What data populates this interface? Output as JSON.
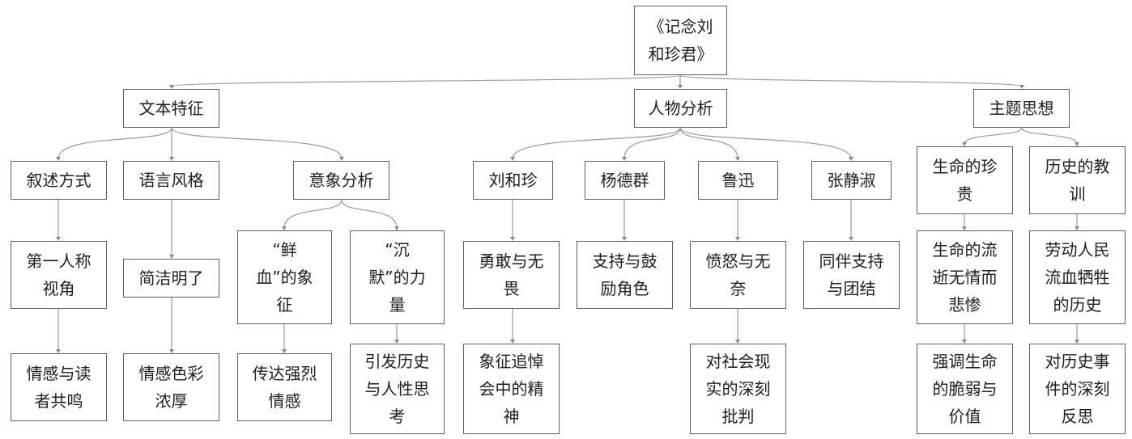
{
  "root": {
    "line1": "《记念刘",
    "line2": "和珍君》"
  },
  "l1": [
    "文本特征",
    "人物分析",
    "主题思想"
  ],
  "l2": [
    "叙述方式",
    "语言风格",
    "意象分析",
    "刘和珍",
    "杨德群",
    "鲁迅",
    "张静淑"
  ],
  "theme": {
    "life_value": {
      "line1": "生命的珍",
      "line2": "贵"
    },
    "history": {
      "line1": "历史的教",
      "line2": "训"
    }
  },
  "l3": {
    "pov": {
      "line1": "第一人称",
      "line2": "视角"
    },
    "concise": "简洁明了",
    "blood": {
      "line1": "“鲜",
      "line2": "血”的象",
      "line3": "征"
    },
    "silence": {
      "line1": "“沉",
      "line2": "默”的力",
      "line3": "量"
    },
    "brave": {
      "line1": "勇敢与无",
      "line2": "畏"
    },
    "support": {
      "line1": "支持与鼓",
      "line2": "励角色"
    },
    "anger": {
      "line1": "愤怒与无",
      "line2": "奈"
    },
    "unity": {
      "line1": "同伴支持",
      "line2": "与团结"
    },
    "passing": {
      "line1": "生命的流",
      "line2": "逝无情而",
      "line3": "悲惨"
    },
    "labor": {
      "line1": "劳动人民",
      "line2": "流血牺牲",
      "line3": "的历史"
    }
  },
  "l4": {
    "resonance": {
      "line1": "情感与读",
      "line2": "者共鸣"
    },
    "emotion": {
      "line1": "情感色彩",
      "line2": "浓厚"
    },
    "strong": {
      "line1": "传达强烈",
      "line2": "情感"
    },
    "reflect": {
      "line1": "引发历史",
      "line2": "与人性思",
      "line3": "考"
    },
    "spirit": {
      "line1": "象征追悼",
      "line2": "会中的精",
      "line3": "神"
    },
    "critique": {
      "line1": "对社会现",
      "line2": "实的深刻",
      "line3": "批判"
    },
    "fragile": {
      "line1": "强调生命",
      "line2": "的脆弱与",
      "line3": "价值"
    },
    "deep": {
      "line1": "对历史事",
      "line2": "件的深刻",
      "line3": "反思"
    }
  }
}
